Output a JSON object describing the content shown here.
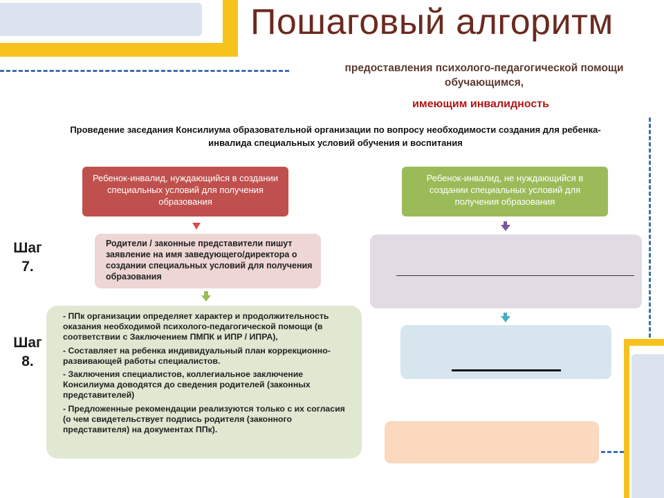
{
  "title": "Пошаговый алгоритм",
  "subtitle_line1": "предоставления психолого-педагогической помощи обучающимся,",
  "subtitle_line2": "имеющим инвалидность",
  "intro": "Проведение заседания Консилиума образовательной организации по вопросу необходимости создания для ребенка-инвалида специальных условий обучения и воспитания",
  "left_branch": {
    "header": "Ребенок-инвалид, нуждающийся в создании специальных условий для получения образования",
    "step7": "Родители / законные представители пишут заявление на имя заведующего/директора о создании специальных условий для получения образования",
    "step8_items": [
      "- ППк организации определяет характер и продолжительность оказания необходимой психолого-педагогической помощи (в соответствии с Заключением ПМПК и ИПР / ИПРА),",
      "- Составляет на ребенка индивидуальный план коррекционно-развивающей работы специалистов.",
      "- Заключения специалистов, коллегиальное заключение Консилиума доводятся до сведения родителей (законных представителей)",
      "- Предложенные рекомендации реализуются только с их согласия (о чем свидетельствует подпись родителя (законного представителя) на документах ППк)."
    ]
  },
  "right_branch": {
    "header": "Ребенок-инвалид, не нуждающийся в создании специальных условий для получения образования"
  },
  "steps": {
    "step7_label": "Шаг 7.",
    "step8_label": "Шаг 8."
  },
  "colors": {
    "title": "#6b2a20",
    "accent_red": "#c0504d",
    "accent_green": "#9bbb59",
    "frame_yellow": "#f7c21c",
    "dash_blue": "#3f6cb0"
  }
}
